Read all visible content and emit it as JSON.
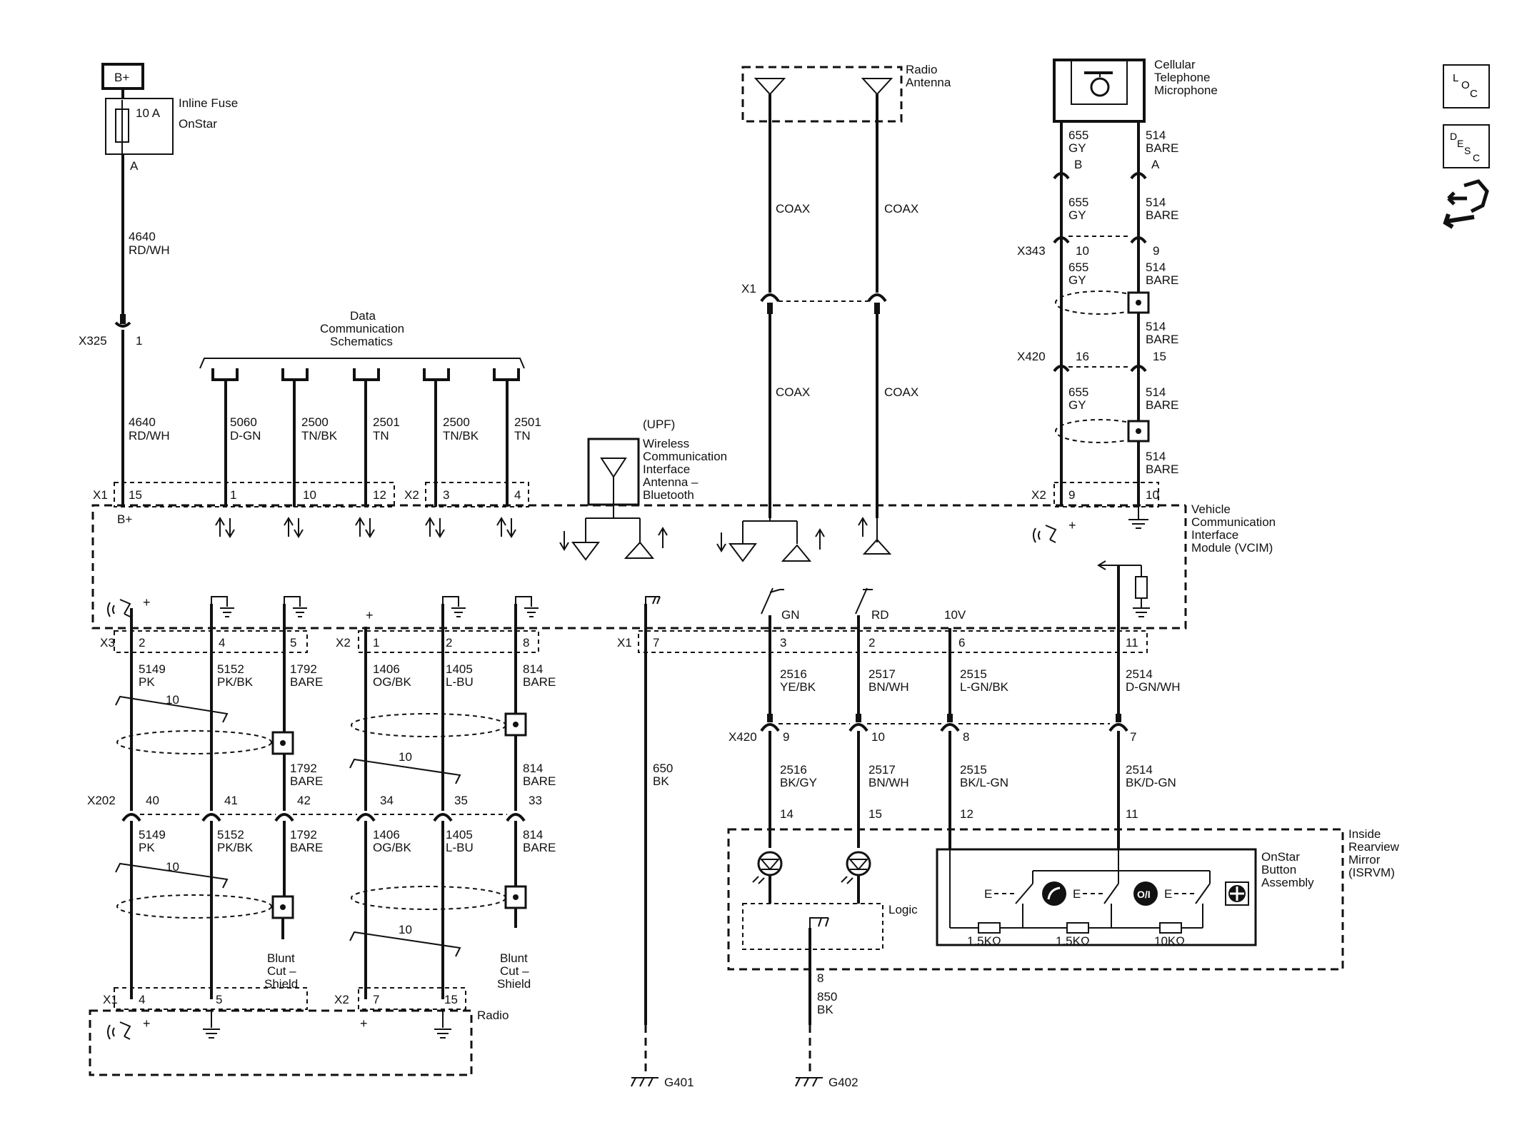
{
  "power": {
    "bplus": "B+",
    "fuse_amps": "10 A",
    "fuse_label": "Inline Fuse",
    "fuse_circuit": "OnStar",
    "fuse_pin": "A"
  },
  "wire_4640": {
    "num": "4640",
    "color": "RD/WH"
  },
  "x325": {
    "name": "X325",
    "pin": "1"
  },
  "data_comm": {
    "l1": "Data",
    "l2": "Communication",
    "l3": "Schematics"
  },
  "dc_wires": [
    {
      "num": "5060",
      "color": "D-GN"
    },
    {
      "num": "2500",
      "color": "TN/BK"
    },
    {
      "num": "2501",
      "color": "TN"
    },
    {
      "num": "2500",
      "color": "TN/BK"
    },
    {
      "num": "2501",
      "color": "TN"
    }
  ],
  "vcim_top_pins": {
    "x1": "X1",
    "p15": "15",
    "p1": "1",
    "p10": "10",
    "p12": "12",
    "x2": "X2",
    "p3": "3",
    "p4": "4",
    "bplus_label": "B+",
    "x2_right": "X2",
    "p9": "9",
    "p10r": "10"
  },
  "upf": {
    "l1": "(UPF)",
    "l2": "Wireless",
    "l3": "Communication",
    "l4": "Interface",
    "l5": "Antenna –",
    "l6": "Bluetooth"
  },
  "radio_antenna": {
    "l1": "Radio",
    "l2": "Antenna"
  },
  "coax": [
    "COAX",
    "COAX",
    "COAX",
    "COAX"
  ],
  "x1_coax": "X1",
  "mic": {
    "l1": "Cellular",
    "l2": "Telephone",
    "l3": "Microphone"
  },
  "mic_wires": {
    "w655": "655",
    "gy": "GY",
    "w514": "514",
    "bare": "BARE",
    "pinB": "B",
    "pinA": "A",
    "x343": "X343",
    "p10": "10",
    "p9": "9",
    "x420": "X420",
    "p16": "16",
    "p15": "15"
  },
  "vcim": {
    "l1": "Vehicle",
    "l2": "Communication",
    "l3": "Interface",
    "l4": "Module (VCIM)"
  },
  "vcim_bottom": {
    "x3": "X3",
    "p2": "2",
    "p4": "4",
    "p5": "5",
    "x2": "X2",
    "p1": "1",
    "p2b": "2",
    "p8": "8",
    "x1": "X1",
    "p7": "7",
    "p3": "3",
    "p2c": "2",
    "p6": "6",
    "p11": "11",
    "gn": "GN",
    "rd": "RD",
    "v10": "10V"
  },
  "radio_wires": [
    {
      "num": "5149",
      "color": "PK"
    },
    {
      "num": "5152",
      "color": "PK/BK"
    },
    {
      "num": "1792",
      "color": "BARE"
    },
    {
      "num": "1406",
      "color": "OG/BK"
    },
    {
      "num": "1405",
      "color": "L-BU"
    },
    {
      "num": "814",
      "color": "BARE"
    }
  ],
  "twist": [
    "10",
    "10",
    "10",
    "10"
  ],
  "x202": {
    "name": "X202",
    "p40": "40",
    "p41": "41",
    "p42": "42",
    "p34": "34",
    "p35": "35",
    "p33": "33"
  },
  "blunt_cut": {
    "l1": "Blunt",
    "l2": "Cut –",
    "l3": "Shield"
  },
  "radio": {
    "label": "Radio",
    "x1": "X1",
    "p4": "4",
    "p5": "5",
    "x2": "X2",
    "p7": "7",
    "p15": "15"
  },
  "ground_650": {
    "num": "650",
    "color": "BK",
    "ground": "G401"
  },
  "isrvm_wires": [
    {
      "num": "2516",
      "color": "YE/BK"
    },
    {
      "num": "2517",
      "color": "BN/WH"
    },
    {
      "num": "2515",
      "color": "L-GN/BK"
    },
    {
      "num": "2514",
      "color": "D-GN/WH"
    }
  ],
  "x420b": {
    "name": "X420",
    "p9": "9",
    "p10": "10",
    "p8": "8",
    "p7": "7"
  },
  "isrvm_wires2": [
    {
      "num": "2516",
      "color": "BK/GY"
    },
    {
      "num": "2517",
      "color": "BN/WH"
    },
    {
      "num": "2515",
      "color": "BK/L-GN"
    },
    {
      "num": "2514",
      "color": "BK/D-GN"
    }
  ],
  "isrvm_pins": {
    "p14": "14",
    "p15": "15",
    "p12": "12",
    "p11": "11",
    "p8": "8"
  },
  "isrvm": {
    "l1": "Inside",
    "l2": "Rearview",
    "l3": "Mirror",
    "l4": "(ISRVM)"
  },
  "onstar_btn": {
    "l1": "OnStar",
    "l2": "Button",
    "l3": "Assembly",
    "r1": "1.5KΩ",
    "r2": "1.5KΩ",
    "r3": "10KΩ",
    "e": "E"
  },
  "logic": "Logic",
  "ground_850": {
    "num": "850",
    "color": "BK",
    "ground": "G402"
  },
  "side_icons": {
    "loc": [
      "L",
      "O",
      "C"
    ],
    "desc": [
      "D",
      "E",
      "S",
      "C"
    ]
  }
}
